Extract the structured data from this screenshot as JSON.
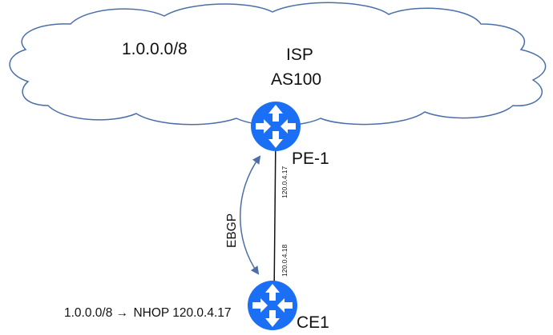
{
  "cloud": {
    "prefix": "1.0.0.0/8",
    "name": "ISP",
    "asn": "AS100"
  },
  "routers": {
    "pe": {
      "label": "PE-1",
      "icon": "router-icon"
    },
    "ce": {
      "label": "CE1",
      "icon": "router-icon"
    }
  },
  "link": {
    "pe_ip": "120.0.4.17",
    "ce_ip": "120.0.4.18"
  },
  "session": {
    "label": "EBGP"
  },
  "route": {
    "prefix": "1.0.0.0/8",
    "arrow": "→",
    "nexthop": "NHOP 120.0.4.17"
  },
  "colors": {
    "cloud_stroke": "#4a6fa8",
    "router_fill": "#1a6ff5",
    "arrow": "#4a6fa8",
    "link": "#111111"
  }
}
